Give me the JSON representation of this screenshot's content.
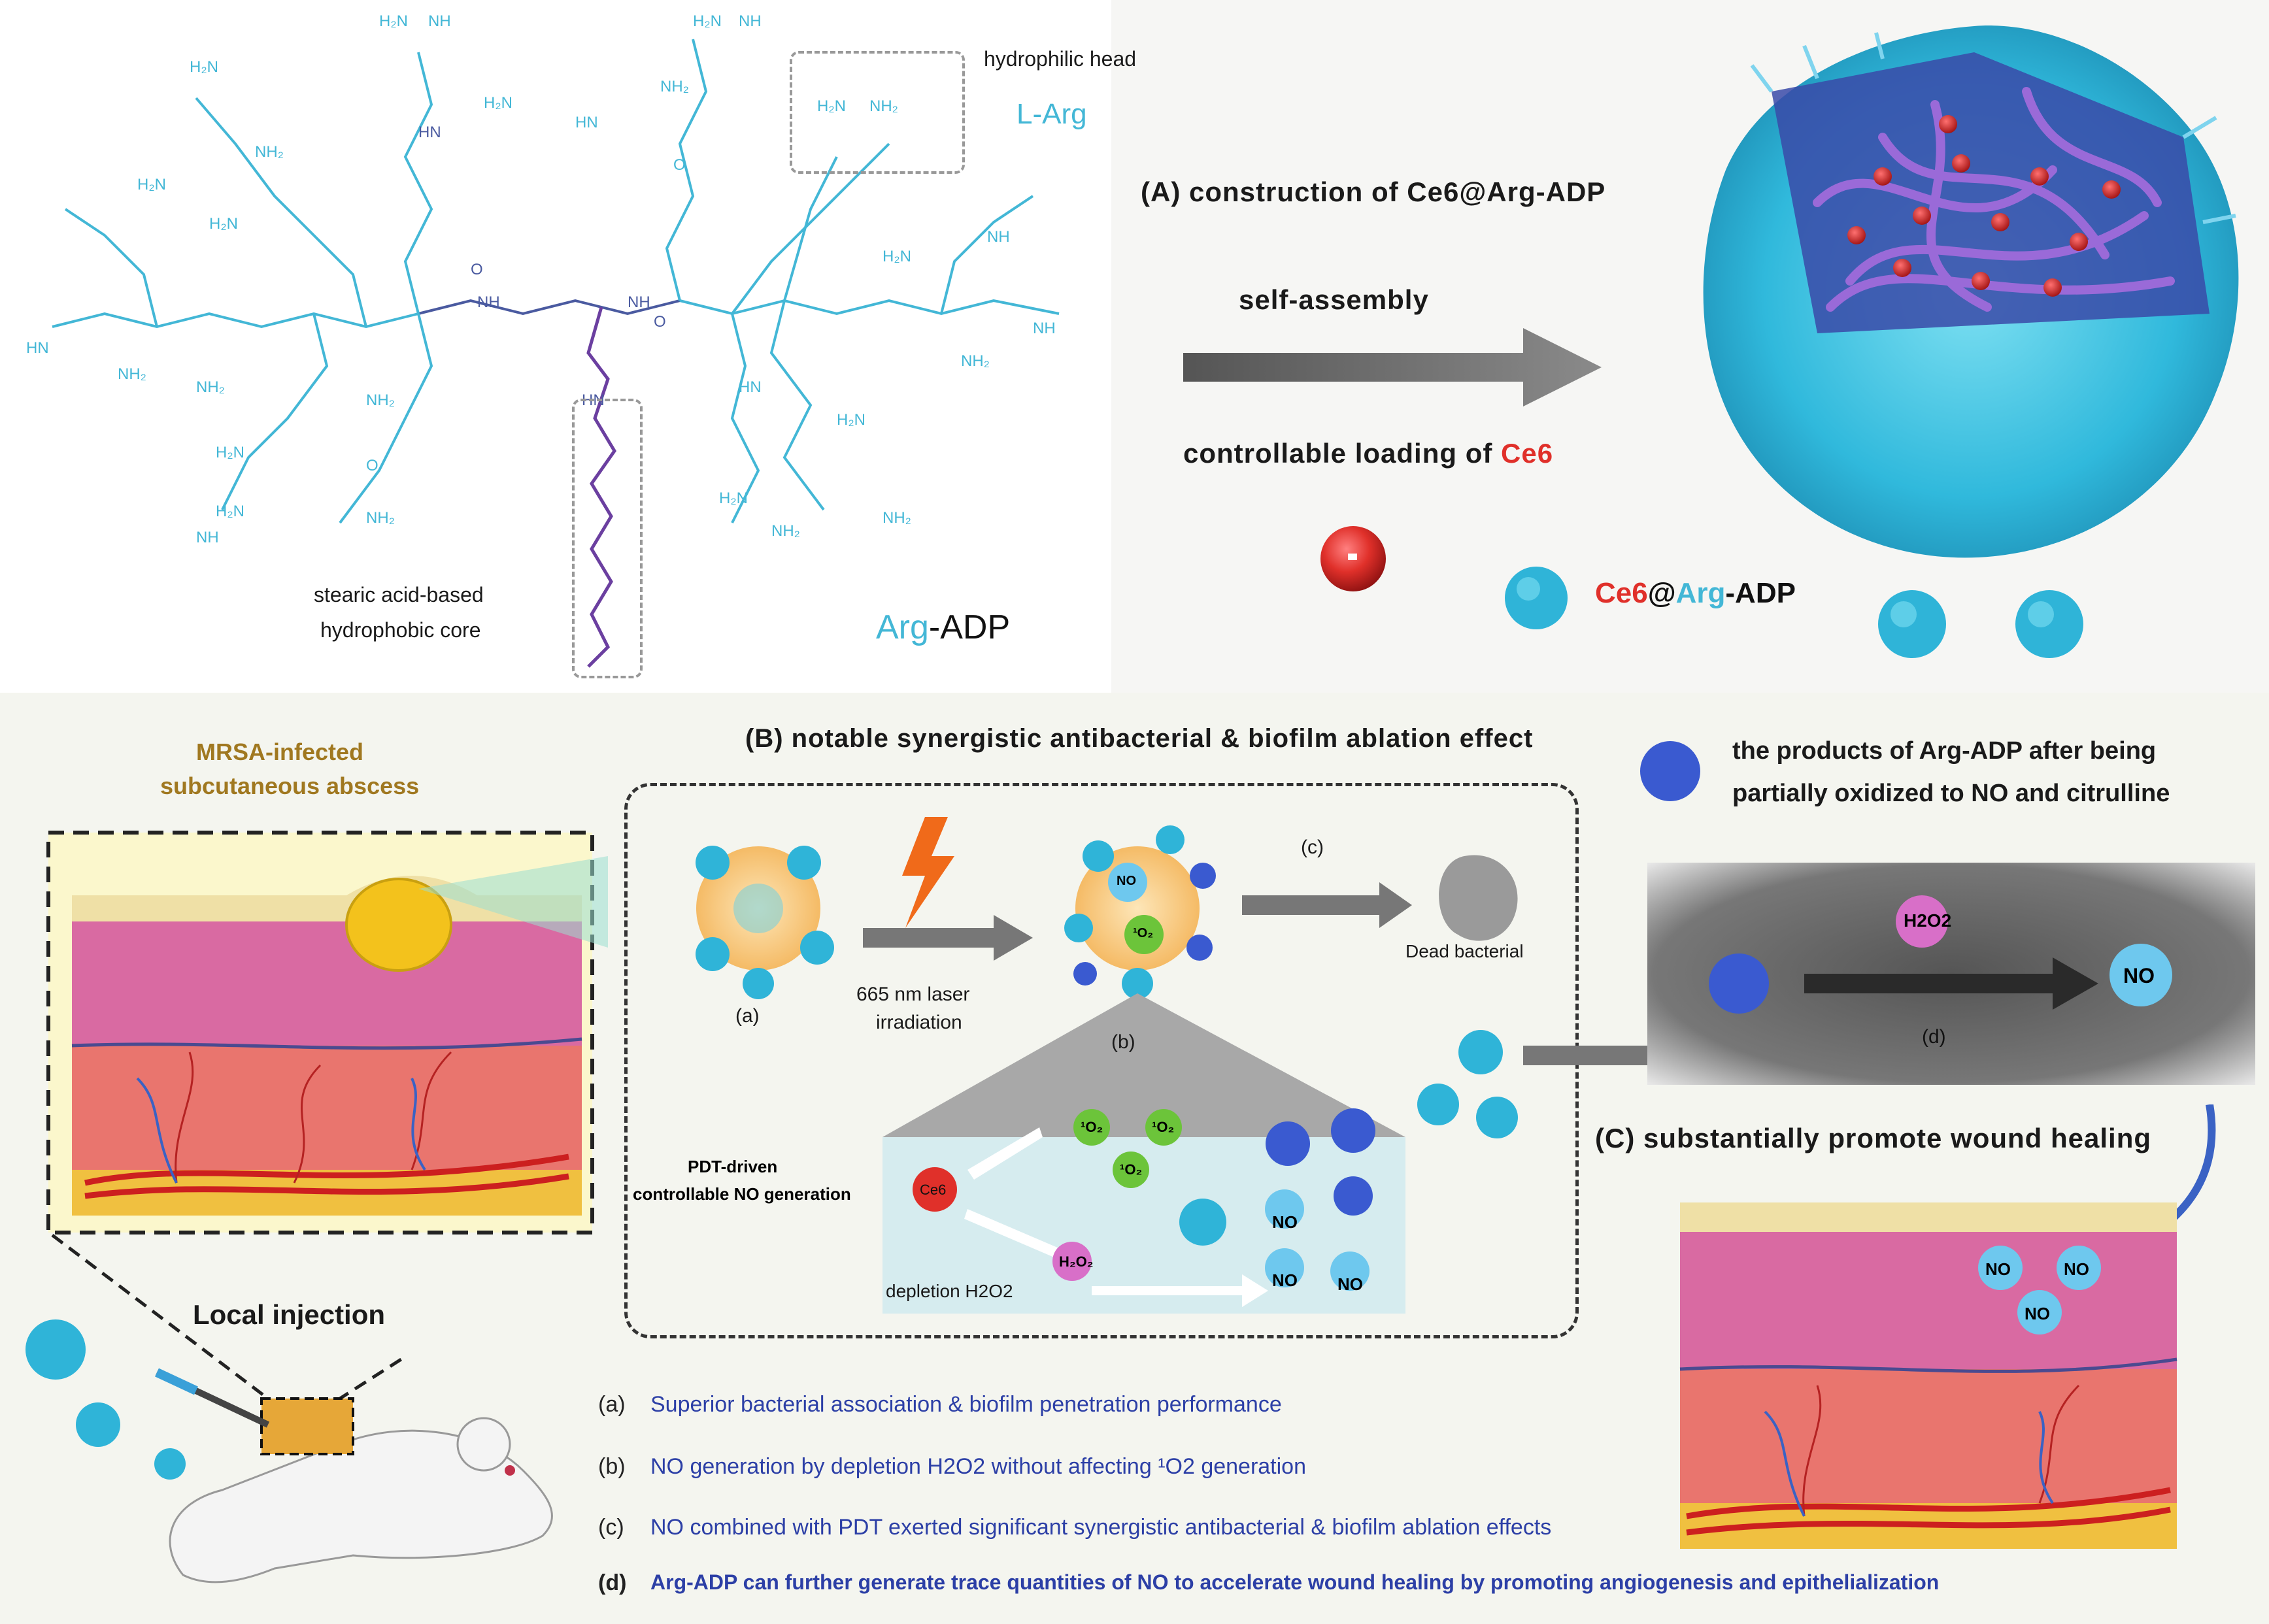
{
  "top": {
    "hydrophilic_head": "hydrophilic head",
    "l_arg": "L-Arg",
    "core_line1": "stearic acid-based",
    "core_line2": "hydrophobic core",
    "arg_adp_prefix": "Arg",
    "arg_adp_suffix": "-ADP",
    "section_a": "(A) construction of Ce6@Arg-ADP",
    "self_assembly": "self-assembly",
    "loading_prefix": "controllable loading of ",
    "loading_ce6": "Ce6",
    "product_ce6": "Ce6",
    "product_at": "@",
    "product_arg": "Arg",
    "product_adp": "-ADP",
    "chem_labels": [
      "NH",
      "H₂N",
      "NH₂",
      "O",
      "HN"
    ]
  },
  "middle": {
    "mrsa_line1": "MRSA-infected",
    "mrsa_line2": "subcutaneous abscess",
    "section_b": "(B) notable synergistic antibacterial & biofilm ablation effect",
    "label_a": "(a)",
    "laser_line1": "665 nm laser",
    "laser_line2": "irradiation",
    "label_b": "(b)",
    "label_c": "(c)",
    "dead_bacterial": "Dead bacterial",
    "no": "NO",
    "singlet_o2": "¹O₂",
    "pdt_line1": "PDT-driven",
    "pdt_line2": "controllable NO generation",
    "ce6": "Ce6",
    "h2o2_small": "H₂O₂",
    "depletion": "depletion H2O2",
    "products_line1": "the products of Arg-ADP after being",
    "products_line2": "partially oxidized to NO and citrulline",
    "h2o2_d": "H2O2",
    "label_d": "(d)",
    "section_c": "(C) substantially promote wound healing",
    "local_injection": "Local injection"
  },
  "notes": [
    {
      "key": "(a)",
      "text": "Superior bacterial association & biofilm penetration performance"
    },
    {
      "key": "(b)",
      "text": "NO generation by depletion H2O2 without affecting ¹O2 generation"
    },
    {
      "key": "(c)",
      "text": "NO combined with PDT exerted significant synergistic antibacterial & biofilm ablation effects"
    },
    {
      "key": "(d)",
      "text": "Arg-ADP can further generate trace quantities of NO to accelerate wound healing by promoting angiogenesis and epithelialization"
    }
  ],
  "colors": {
    "arg_cyan": "#43b7d6",
    "chain_purple": "#6b3fa0",
    "ce6_red": "#e0302a",
    "mrsa_gold": "#a07820",
    "note_blue": "#2c3fa6",
    "no_blue": "#6ec8ee",
    "o2_green": "#6cc43a",
    "h2o2_pink": "#d86fc8"
  }
}
